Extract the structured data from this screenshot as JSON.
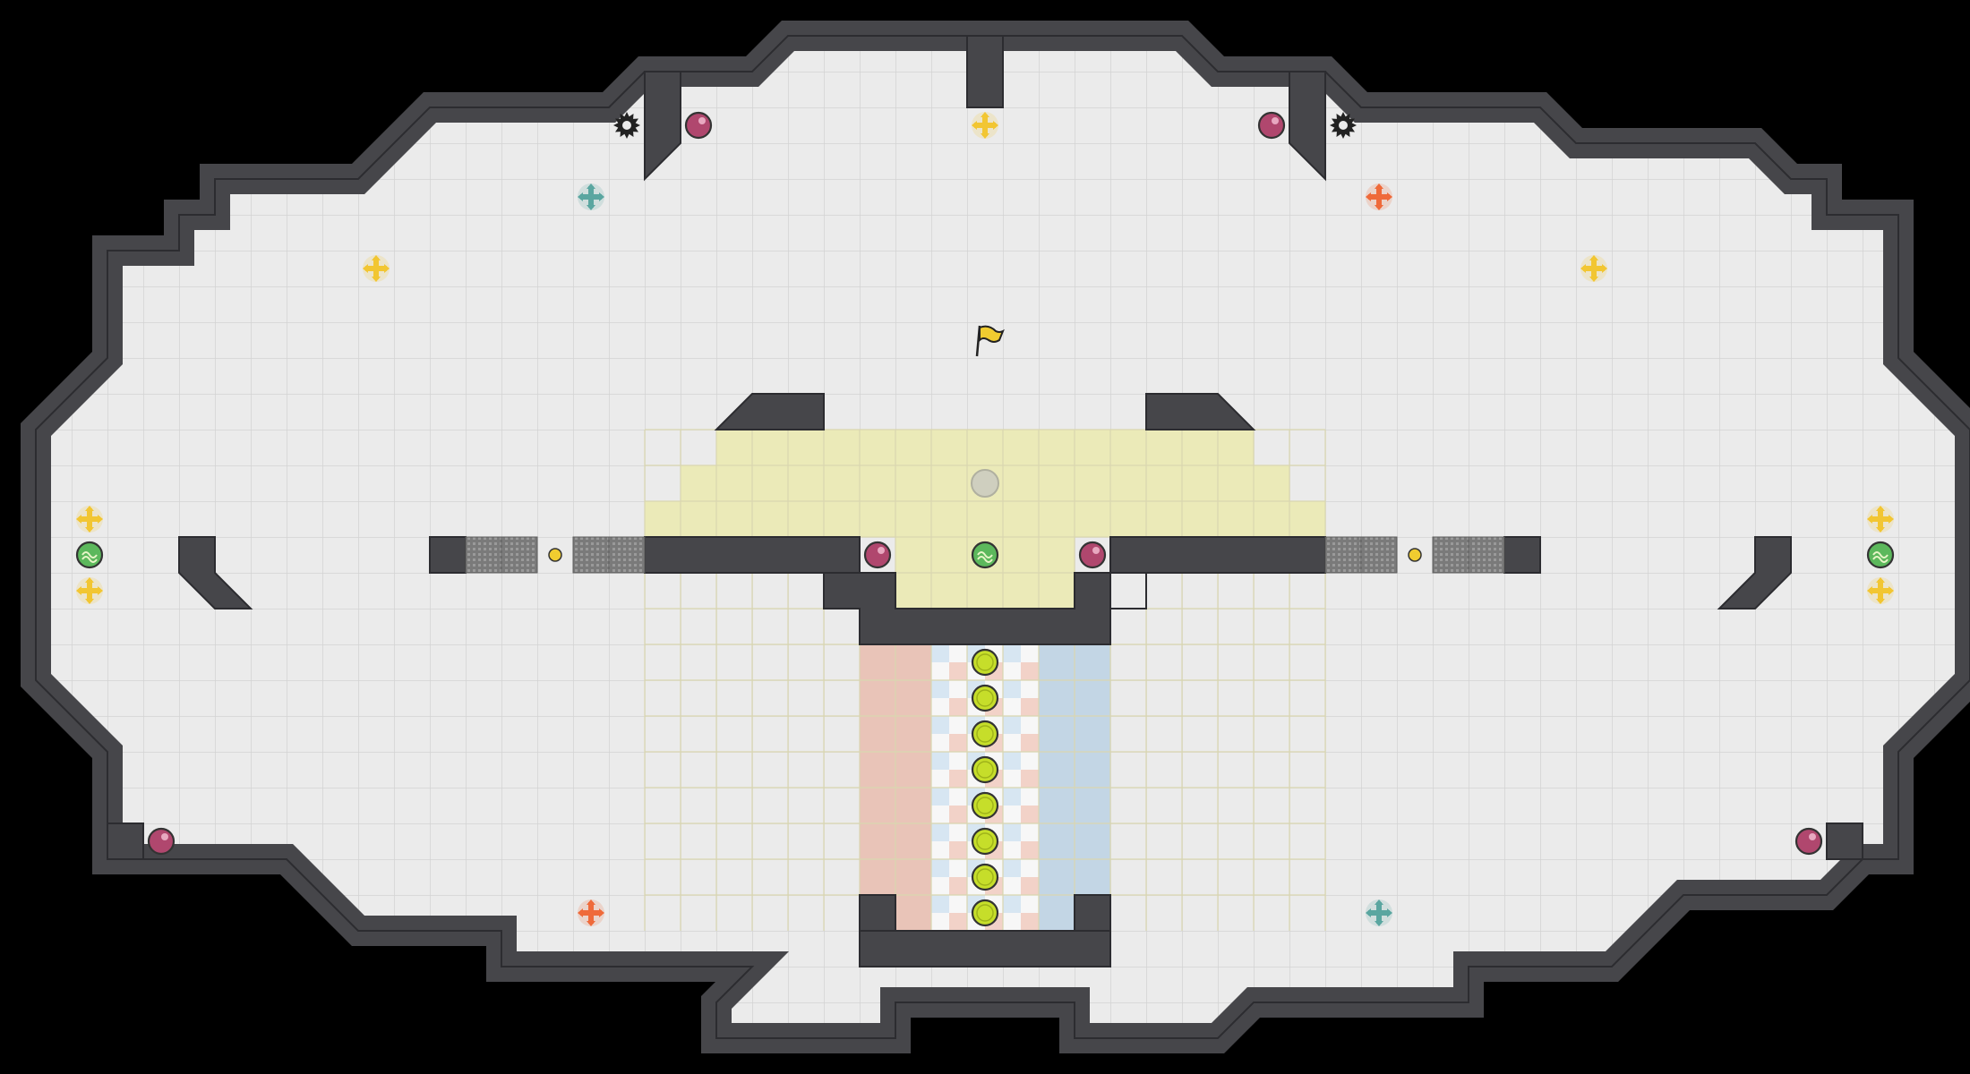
{
  "colors": {
    "background": "#000000",
    "floor": "#ebebeb",
    "grid": "#d3d3d3",
    "wall": "#46464a",
    "wall_edge": "#2c2c30",
    "start_zone": "#ebeab8",
    "red_spawn": "#e9c4b8",
    "blue_spawn": "#c3d6e5",
    "checker_red": "#f2d2c8",
    "checker_blue": "#d7e6f2",
    "grate": "#8a8a8a",
    "boost_yellow": "#f2c632",
    "boost_red": "#ef6a3a",
    "boost_teal": "#5aa6a0",
    "bomb": "#b0476e",
    "coin": "#c6de2a",
    "flag": "#f0cc30"
  },
  "map": {
    "cols": 55,
    "rows": 30,
    "tile": 40,
    "start_zone_rows": [
      {
        "row": 12,
        "c0": 20,
        "c1": 34
      },
      {
        "row": 13,
        "c0": 19,
        "c1": 35
      },
      {
        "row": 14,
        "c0": 18,
        "c1": 36
      },
      {
        "row": 15,
        "c0": 25,
        "c1": 29
      },
      {
        "row": 16,
        "c0": 25,
        "c1": 29
      }
    ],
    "red_zone": {
      "c0": 24,
      "c1": 25,
      "r0": 18,
      "r1": 25
    },
    "blue_zone": {
      "c0": 29,
      "c1": 30,
      "r0": 18,
      "r1": 25
    },
    "checker_zone": {
      "c0": 26,
      "c1": 28,
      "r0": 18,
      "r1": 25
    }
  },
  "items": {
    "flag": {
      "icon": "flag-icon",
      "col": 27,
      "row": 9
    },
    "neutral_spawn": {
      "icon": "spawn-circle-icon",
      "col": 27,
      "row": 13
    },
    "coins": [
      {
        "col": 27,
        "row": 18
      },
      {
        "col": 27,
        "row": 19
      },
      {
        "col": 27,
        "row": 20
      },
      {
        "col": 27,
        "row": 21
      },
      {
        "col": 27,
        "row": 22
      },
      {
        "col": 27,
        "row": 23
      },
      {
        "col": 27,
        "row": 24
      },
      {
        "col": 27,
        "row": 25
      }
    ],
    "bombs": [
      {
        "col": 19,
        "row": 3
      },
      {
        "col": 35,
        "row": 3
      },
      {
        "col": 24,
        "row": 15
      },
      {
        "col": 30,
        "row": 15
      },
      {
        "col": 4,
        "row": 23
      },
      {
        "col": 50,
        "row": 23
      }
    ],
    "boosts": [
      {
        "col": 27,
        "row": 3,
        "team": "yellow"
      },
      {
        "col": 10,
        "row": 7,
        "team": "yellow"
      },
      {
        "col": 44,
        "row": 7,
        "team": "yellow"
      },
      {
        "col": 2,
        "row": 14,
        "team": "yellow"
      },
      {
        "col": 2,
        "row": 16,
        "team": "yellow"
      },
      {
        "col": 52,
        "row": 14,
        "team": "yellow"
      },
      {
        "col": 52,
        "row": 16,
        "team": "yellow"
      },
      {
        "col": 16,
        "row": 5,
        "team": "teal"
      },
      {
        "col": 38,
        "row": 25,
        "team": "teal"
      },
      {
        "col": 38,
        "row": 5,
        "team": "red"
      },
      {
        "col": 16,
        "row": 25,
        "team": "red"
      }
    ],
    "spikes": [
      {
        "col": 17,
        "row": 3
      },
      {
        "col": 37,
        "row": 3
      }
    ],
    "portals": [
      {
        "col": 2,
        "row": 15
      },
      {
        "col": 27,
        "row": 15
      },
      {
        "col": 52,
        "row": 15
      }
    ],
    "buttons": [
      {
        "col": 15,
        "row": 15
      },
      {
        "col": 39,
        "row": 15
      }
    ],
    "grates": [
      {
        "col": 13,
        "row": 15
      },
      {
        "col": 14,
        "row": 15
      },
      {
        "col": 16,
        "row": 15
      },
      {
        "col": 17,
        "row": 15
      },
      {
        "col": 37,
        "row": 15
      },
      {
        "col": 38,
        "row": 15
      },
      {
        "col": 40,
        "row": 15
      },
      {
        "col": 41,
        "row": 15
      }
    ]
  }
}
